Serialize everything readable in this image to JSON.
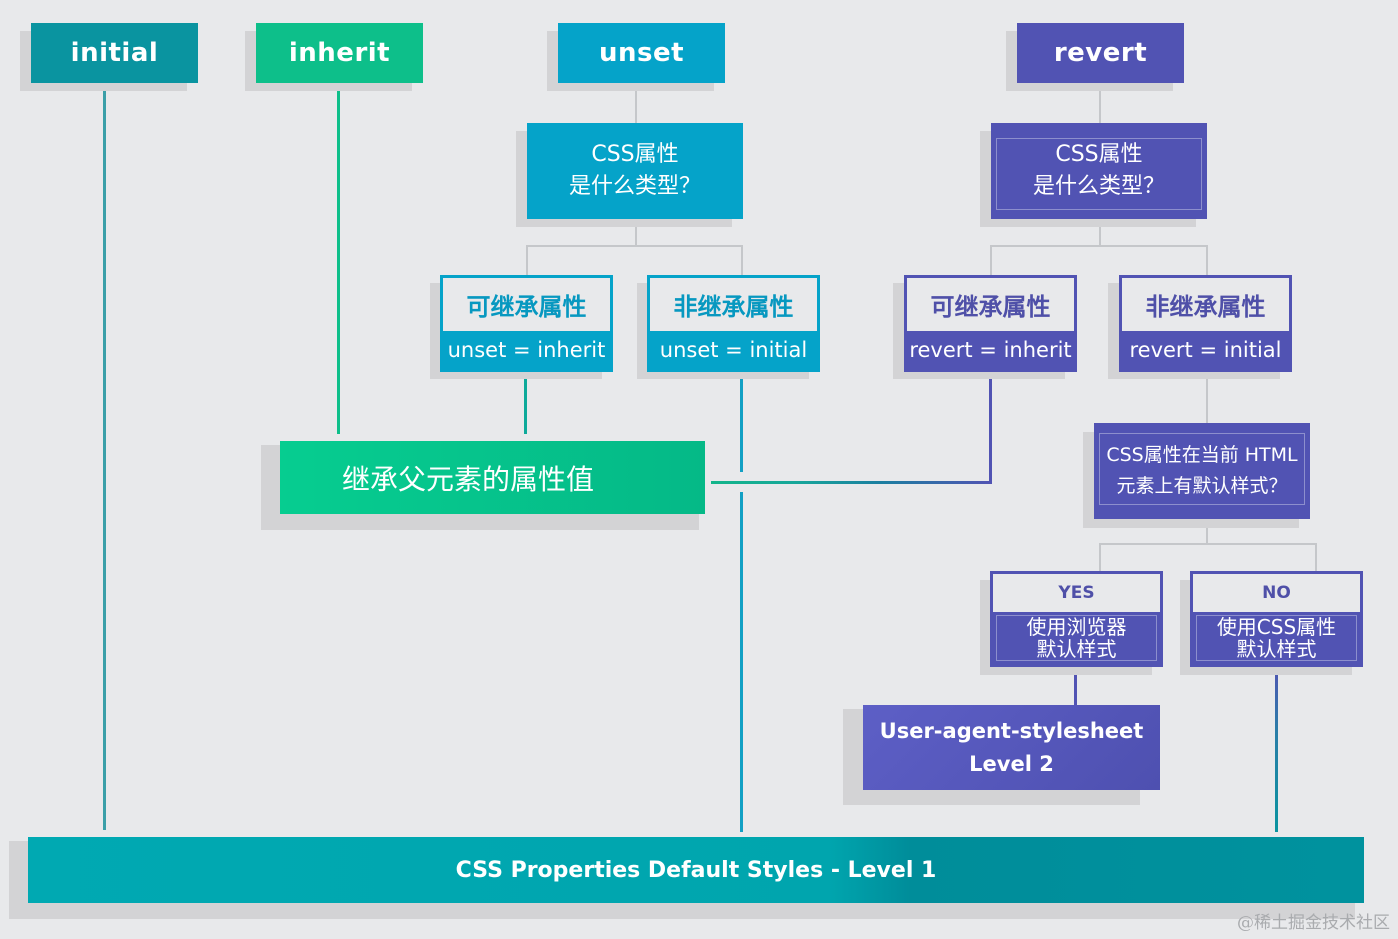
{
  "colors": {
    "initial": "#0a94a0",
    "inherit": "#0dbf8a",
    "unset": "#05a3c9",
    "revert": "#5153b3",
    "base": "#00a3ad",
    "background": "#e8e9eb",
    "connector": "#c5c7ca"
  },
  "keywords": {
    "initial": "initial",
    "inherit": "inherit",
    "unset": "unset",
    "revert": "revert"
  },
  "unset_branch": {
    "question_line1": "CSS属性",
    "question_line2": "是什么类型？",
    "inheritable": {
      "title": "可继承属性",
      "result": "unset = inherit"
    },
    "non_inheritable": {
      "title": "非继承属性",
      "result": "unset = initial"
    }
  },
  "revert_branch": {
    "question_line1": "CSS属性",
    "question_line2": "是什么类型？",
    "inheritable": {
      "title": "可继承属性",
      "result": "revert = inherit"
    },
    "non_inheritable": {
      "title": "非继承属性",
      "result": "revert = initial"
    },
    "default_question_line1": "CSS属性在当前 HTML",
    "default_question_line2": "元素上有默认样式？",
    "yes": {
      "label": "YES",
      "line1": "使用浏览器",
      "line2": "默认样式"
    },
    "no": {
      "label": "NO",
      "line1": "使用CSS属性",
      "line2": "默认样式"
    }
  },
  "inherit_result": "继承父元素的属性值",
  "user_agent": {
    "line1": "User-agent-stylesheet",
    "line2": "Level 2"
  },
  "base_level": "CSS Properties Default Styles - Level 1",
  "watermark": "@稀土掘金技术社区"
}
